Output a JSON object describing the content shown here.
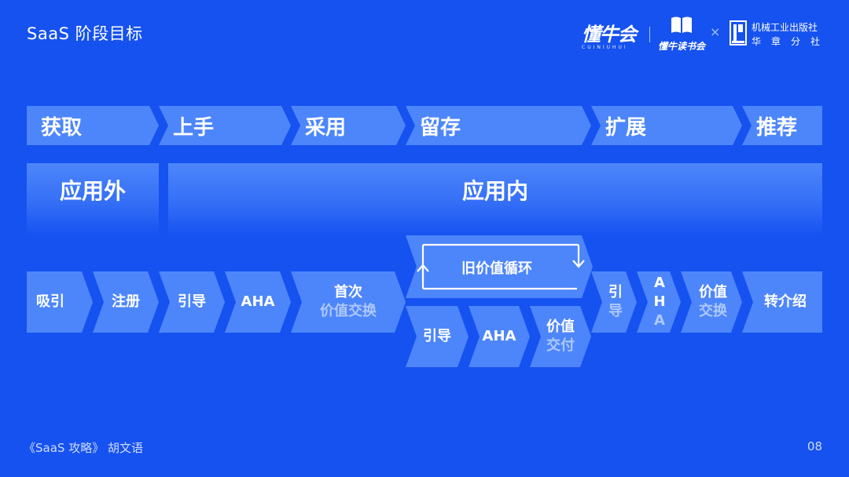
{
  "header": {
    "title": "SaaS 阶段目标"
  },
  "logos": {
    "logo_a": "懂牛会",
    "logo_a_sub": "CUINIUHUI",
    "logo_b": "懂牛读书会",
    "separator": "×",
    "publisher_line1": "机械工业出版社",
    "publisher_line2": "华章分社"
  },
  "stages": [
    "获取",
    "上手",
    "采用",
    "留存",
    "扩展",
    "推荐"
  ],
  "zones": {
    "outside": "应用外",
    "inside": "应用内"
  },
  "steps": {
    "s1": "吸引",
    "s2": "注册",
    "s3": "引导",
    "s4": "AHA",
    "s5_line1": "首次",
    "s5_line2": "价值交换",
    "loop": "旧价值循环",
    "r1": "引导",
    "r2": "AHA",
    "r3_line1": "价值",
    "r3_line2": "交付",
    "t1_line1": "引",
    "t1_line2": "导",
    "t2_line1": "A",
    "t2_line2": "H",
    "t2_line3": "A",
    "t3_line1": "价值",
    "t3_line2": "交换",
    "t4": "转介绍"
  },
  "footer": {
    "source": "《SaaS 攻略》 胡文语",
    "page": "08"
  }
}
